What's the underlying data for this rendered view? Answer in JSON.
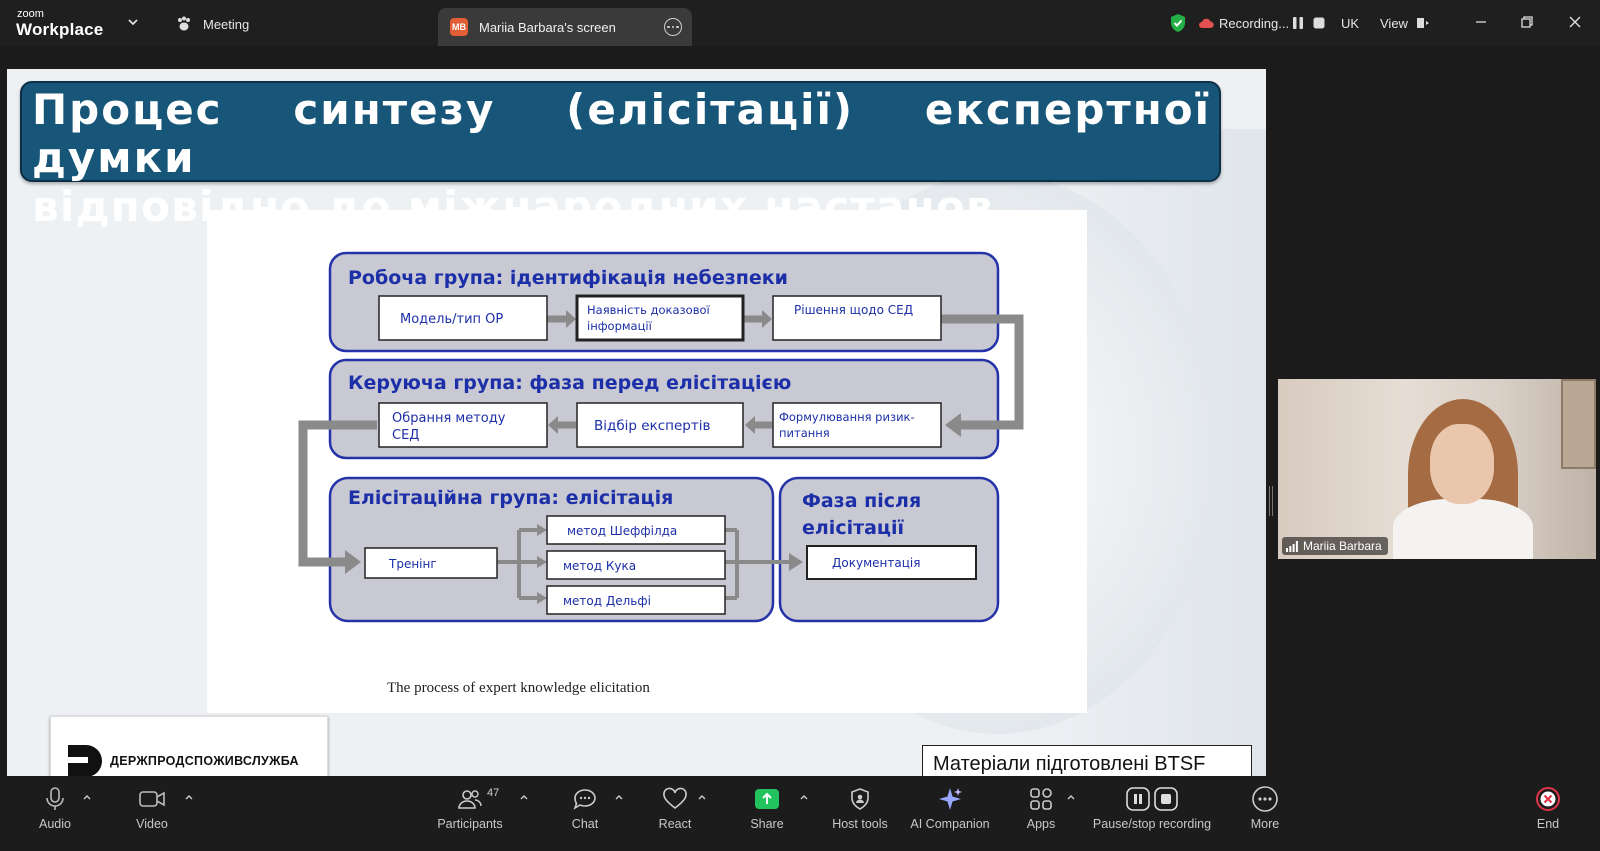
{
  "app": {
    "brand_small": "zoom",
    "brand_big": "Workplace"
  },
  "topbar": {
    "meeting_label": "Meeting",
    "screen_initials": "MB",
    "screen_label": "Mariia Barbara's screen",
    "recording_label": "Recording...",
    "language": "UK",
    "view_label": "View"
  },
  "slide": {
    "title_line1": "Процес синтезу (елісітації) експертної думки",
    "title_line2": "відповідно до міжнародних настанов",
    "footer": "Матеріали підготовлені BTSF"
  },
  "diagram": {
    "caption": "The process of expert knowledge elicitation",
    "group1_title": "Робоча група: ідентифікація небезпеки",
    "g1_box1": "Модель/тип ОР",
    "g1_box2_line1": "Наявність доказової",
    "g1_box2_line2": "інформації",
    "g1_box3": "Рішення щодо СЕД",
    "group2_title": "Керуюча група: фаза перед елісітацією",
    "g2_box1_line1": "Обрання методу",
    "g2_box1_line2": "СЕД",
    "g2_box2": "Відбір експертів",
    "g2_box3_line1": "Формулювання ризик-",
    "g2_box3_line2": "питання",
    "group3_title": "Елісітаційна група: елісітація",
    "g3_training": "Тренінг",
    "g3_method1": "метод Шеффілда",
    "g3_method2": "метод Кука",
    "g3_method3": "метод  Дельфі",
    "group4_title_line1": "Фаза після",
    "group4_title_line2": "елісітації",
    "g4_box": "Документація"
  },
  "panel_label": {
    "org": "ДЕРЖПРОДСПОЖИВСЛУЖБА"
  },
  "video": {
    "participant_name": "Mariia Barbara"
  },
  "toolbar": {
    "audio": "Audio",
    "video": "Video",
    "participants": "Participants",
    "participants_count": "47",
    "chat": "Chat",
    "react": "React",
    "share": "Share",
    "host_tools": "Host tools",
    "ai_companion": "AI Companion",
    "apps": "Apps",
    "pause_stop": "Pause/stop recording",
    "more": "More",
    "end": "End"
  },
  "colors": {
    "title_bg": "#175678",
    "diagram_text": "#1c2fa8",
    "diagram_group_bg": "#c8c9d2",
    "share_green": "#22c35e",
    "end_red": "#e0344b"
  }
}
